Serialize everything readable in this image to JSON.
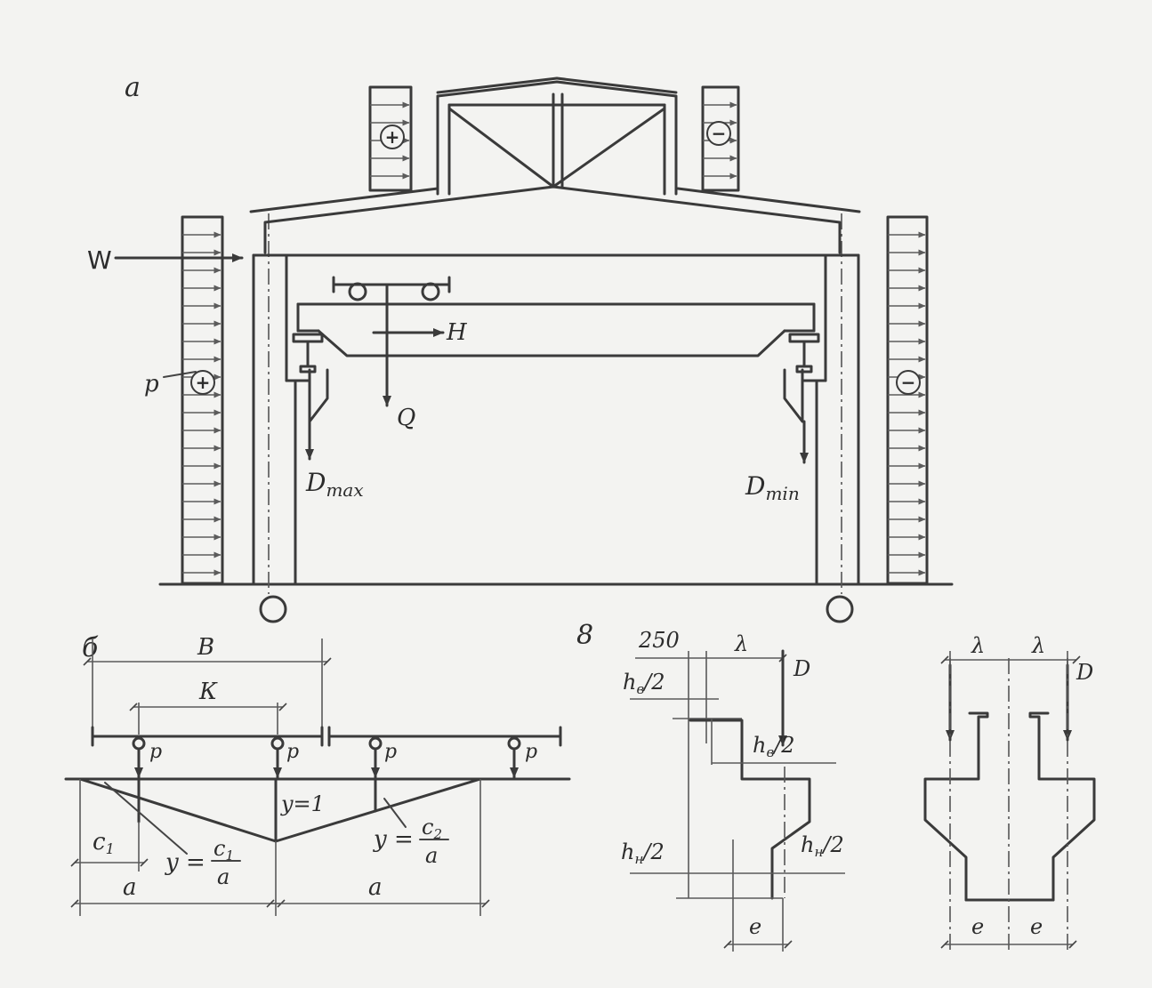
{
  "part_a": {
    "label": "а",
    "wind_label": "W",
    "pressure_label": "p",
    "horizontal_force": "H",
    "crane_load": "Q",
    "d_max": "D",
    "d_max_sub": "max",
    "d_min": "D",
    "d_min_sub": "min",
    "plus_sign": "+",
    "minus_sign": "−"
  },
  "part_b": {
    "label": "б",
    "dim_B": "В",
    "dim_K": "К",
    "load_p": "p",
    "y_one": "y=1",
    "c1": "c",
    "c1_sub": "1",
    "c2": "c",
    "c2_sub": "2",
    "dim_a": "a",
    "y_prefix": "y ="
  },
  "part_v": {
    "label": "8",
    "dim_250": "250",
    "lambda": "λ",
    "force_D": "D",
    "hv2": "h",
    "hv2_sub": "в",
    "hn2": "h",
    "hn2_sub": "н",
    "half": "/2",
    "dim_e": "e"
  }
}
